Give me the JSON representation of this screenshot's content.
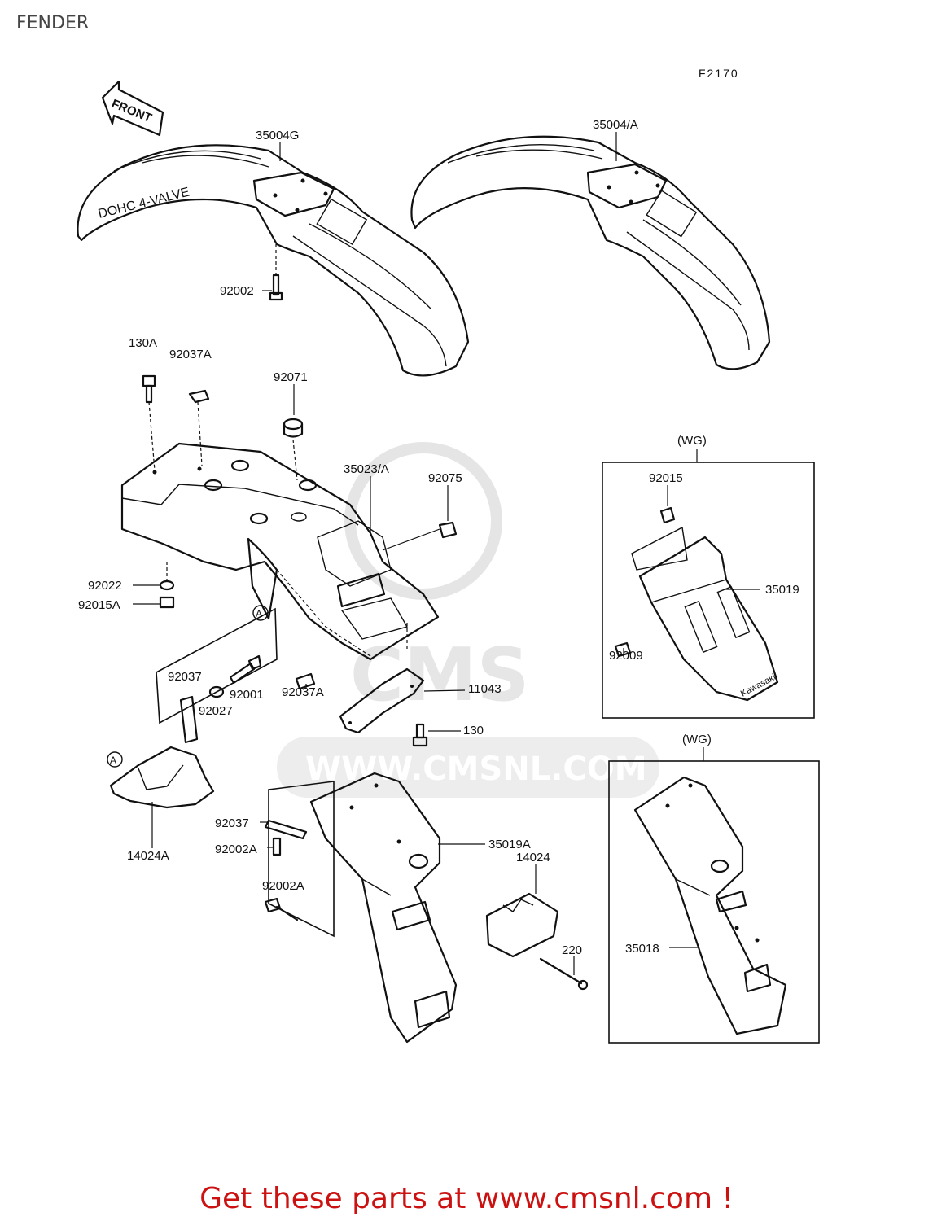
{
  "page": {
    "title": "FENDER",
    "figure_code": "F2170"
  },
  "front_arrow": {
    "label": "FRONT"
  },
  "front_fender": {
    "decal": "DOHC 4-VALVE"
  },
  "variant_label": "(WG)",
  "circle_marker": "A",
  "rear_flap_text": "Kawasaki",
  "watermark": {
    "text": "WWW.CMSNL.COM",
    "logo": "CMS"
  },
  "part_labels": [
    "35004G",
    "35004/A",
    "92002",
    "130A",
    "92037A",
    "92071",
    "35023/A",
    "92075",
    "92022",
    "92015A",
    "92037",
    "92001",
    "92027",
    "92037A",
    "11043",
    "130",
    "14024A",
    "92037",
    "92002A",
    "92002A",
    "35019A",
    "14024",
    "220",
    "92015",
    "35019",
    "92009",
    "35018"
  ],
  "footer": {
    "text": "Get these parts at www.cmsnl.com !"
  }
}
